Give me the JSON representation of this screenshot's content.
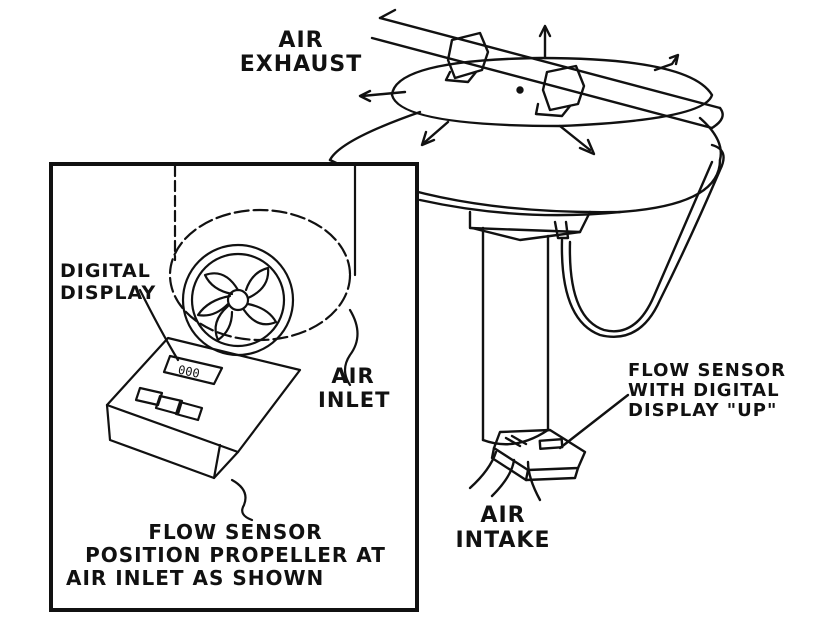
{
  "labels": {
    "air_exhaust": [
      "AIR",
      "EXHAUST"
    ],
    "digital_display": [
      "DIGITAL",
      "DISPLAY"
    ],
    "air_inlet": [
      "AIR",
      "INLET"
    ],
    "flow_sensor_up": [
      "FLOW SENSOR",
      "WITH DIGITAL",
      "DISPLAY \"UP\""
    ],
    "air_intake": [
      "AIR",
      "INTAKE"
    ],
    "flow_sensor_instructions": [
      "FLOW SENSOR",
      "POSITION PROPELLER AT",
      "AIR INLET AS SHOWN"
    ]
  },
  "colors": {
    "ink": "#111111",
    "paper": "#ffffff"
  }
}
